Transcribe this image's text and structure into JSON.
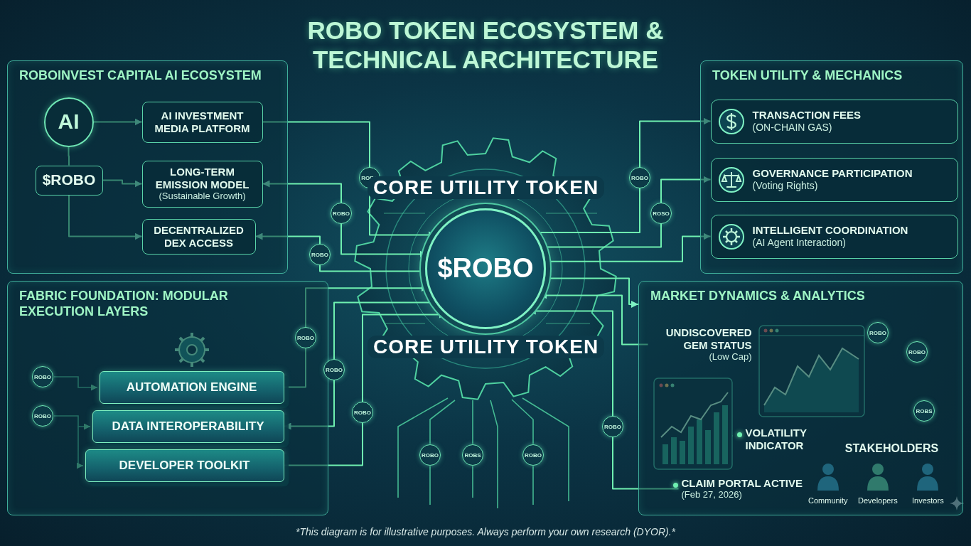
{
  "diagram": {
    "title": "ROBO TOKEN ECOSYSTEM & TECHNICAL ARCHITECTURE",
    "caption": "*This diagram is for illustrative purposes. Always perform your own research (DYOR).*",
    "nodes": [
      {
        "text": [
          "ROBOINVEST CAPITAL AI ECOSYSTEM"
        ]
      },
      {
        "text": [
          "AI"
        ],
        "in": 0
      },
      {
        "text": [
          "$ROBO"
        ],
        "in": 0
      },
      {
        "text": [
          "AI INVESTMENT MEDIA PLATFORM"
        ],
        "in": 0
      },
      {
        "text": [
          "LONG-TERM EMISSION MODEL",
          "(Sustainable Growth)"
        ],
        "in": 0
      },
      {
        "text": [
          "DECENTRALIZED DEX ACCESS"
        ],
        "in": 0
      },
      {
        "text": [
          "TOKEN UTILITY & MECHANICS"
        ]
      },
      {
        "text": [
          "TRANSACTION FEES",
          "(ON-CHAIN GAS)"
        ],
        "in": 6
      },
      {
        "text": [
          "GOVERNANCE PARTICIPATION",
          "(Voting Rights)"
        ],
        "in": 6
      },
      {
        "text": [
          "INTELLIGENT COORDINATION",
          "(AI Agent Interaction)"
        ],
        "in": 6
      },
      {
        "text": [
          "$ROBO"
        ]
      },
      {
        "text": [
          "FABRIC FOUNDATION: MODULAR EXECUTION LAYERS"
        ]
      },
      {
        "text": [
          "AUTOMATION ENGINE"
        ],
        "in": 11
      },
      {
        "text": [
          "DATA INTEROPERABILITY"
        ],
        "in": 11
      },
      {
        "text": [
          "DEVELOPER TOOLKIT"
        ],
        "in": 11
      },
      {
        "text": [
          "MARKET DYNAMICS & ANALYTICS"
        ]
      },
      {
        "text": [
          "UNDISCOVERED GEM STATUS",
          "(Low Cap)"
        ],
        "in": 15
      },
      {
        "text": [
          "VOLATILITY INDICATOR"
        ],
        "in": 15
      },
      {
        "text": [
          "CLAIM PORTAL ACTIVE",
          "(Feb 27, 2026)"
        ],
        "in": 15
      },
      {
        "text": [
          "STAKEHOLDERS"
        ],
        "in": 15
      }
    ],
    "edges": [
      {
        "from": 1,
        "to": 3,
        "arrow": "to"
      },
      {
        "from": 1,
        "to": 2,
        "arrow": "none"
      },
      {
        "from": 2,
        "to": 4,
        "arrow": "to"
      },
      {
        "from": 2,
        "to": 5,
        "arrow": "to"
      },
      {
        "from": 3,
        "to": 10,
        "arrow": "to"
      },
      {
        "from": 4,
        "to": 10,
        "arrow": "both"
      },
      {
        "from": 10,
        "to": 5,
        "arrow": "to"
      },
      {
        "from": 10,
        "to": 7,
        "arrow": "to"
      },
      {
        "from": 10,
        "to": 8,
        "arrow": "to"
      },
      {
        "from": 10,
        "to": 9,
        "arrow": "to"
      },
      {
        "from": 12,
        "to": 10,
        "arrow": "to"
      },
      {
        "from": 10,
        "to": 13,
        "arrow": "to"
      },
      {
        "from": 14,
        "to": 10,
        "arrow": "to"
      },
      {
        "from": 16,
        "to": 10,
        "arrow": "to"
      },
      {
        "from": 10,
        "to": 15,
        "arrow": "to"
      },
      {
        "from": 18,
        "to": 10,
        "arrow": "to"
      }
    ],
    "labels": [
      "ROBC",
      "ROBO",
      "ROBO",
      "ROBO",
      "ROSO",
      "ROBO",
      "ROBO",
      "ROBO",
      "ROBO",
      "ROBO",
      "ROBO",
      "ROBS",
      "ROBO",
      "ROBO",
      "ROBO",
      "ROBO",
      "ROBS",
      "CORE UTILITY TOKEN",
      "CORE UTILITY TOKEN",
      "Community",
      "Developers",
      "Investors"
    ]
  }
}
